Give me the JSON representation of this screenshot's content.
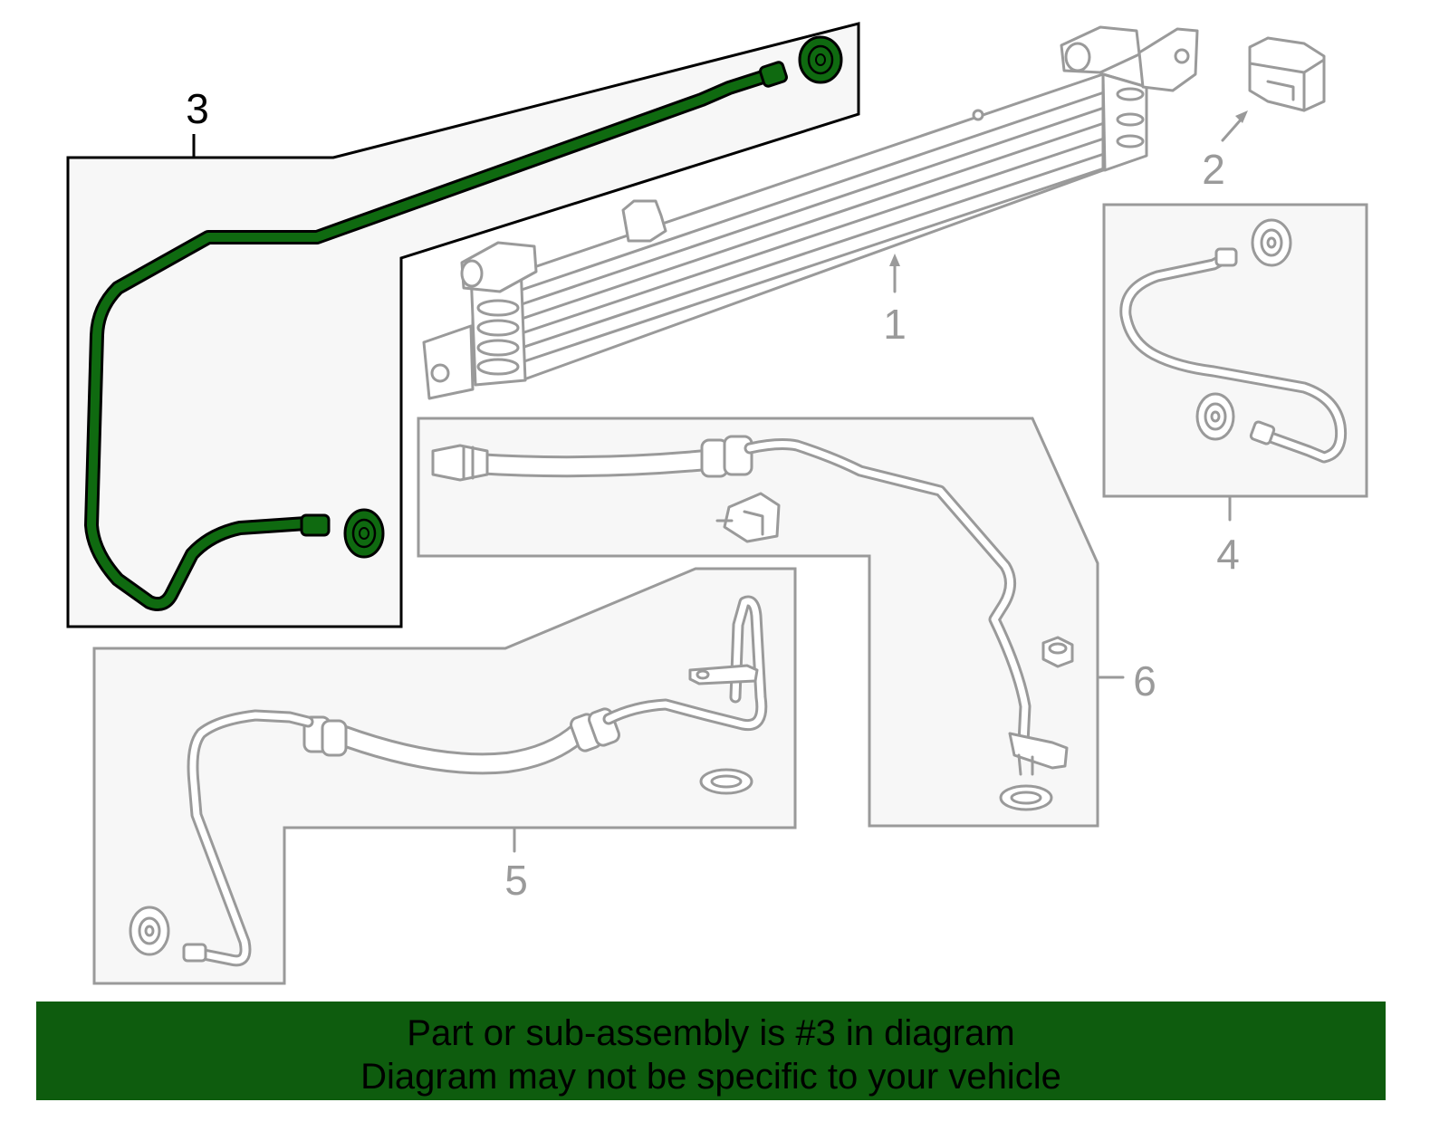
{
  "colors": {
    "highlight": "#0e5c0e",
    "highlight_fill": "#0f6a10",
    "line_gray": "#9a9a9a",
    "panel_fill": "#f7f7f7",
    "banner_bg": "#0e5c0e"
  },
  "callouts": {
    "c1": "1",
    "c2": "2",
    "c3": "3",
    "c4": "4",
    "c5": "5",
    "c6": "6"
  },
  "banner": {
    "line1": "Part or sub-assembly is #3 in diagram",
    "line2": "Diagram may not be specific to your vehicle"
  }
}
